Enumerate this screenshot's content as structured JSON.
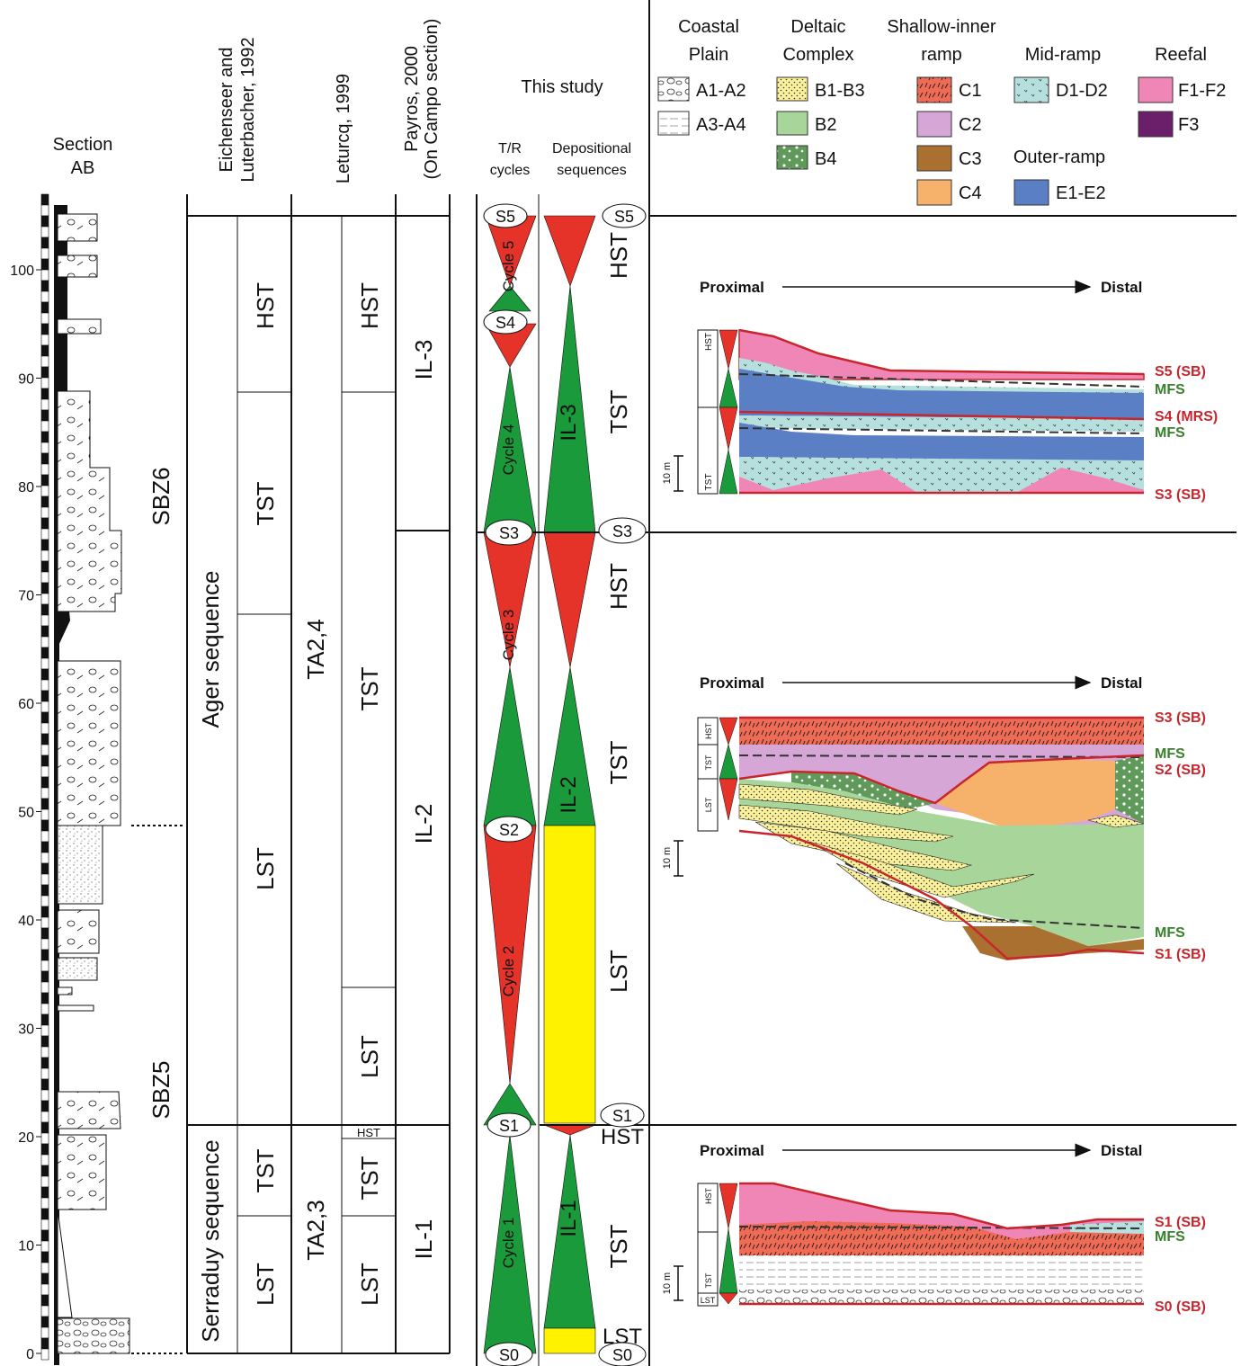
{
  "section": {
    "title_line1": "Section",
    "title_line2": "AB",
    "scale_ticks": [
      "0",
      "10",
      "20",
      "30",
      "40",
      "50",
      "60",
      "70",
      "80",
      "90",
      "100"
    ],
    "biozone_upper": "SBZ6",
    "biozone_lower": "SBZ5"
  },
  "columns": {
    "eichenseer": {
      "header_line1": "Eichenseer and",
      "header_line2": "Luterbacher, 1992",
      "seq_upper": "Ager sequence",
      "seq_lower": "Serraduy sequence",
      "tracts_upper": [
        "HST",
        "TST",
        "LST"
      ],
      "tracts_lower": [
        "TST",
        "LST"
      ]
    },
    "leturcq": {
      "header": "Leturcq, 1999",
      "seq_upper": "TA2,4",
      "seq_lower": "TA2,3",
      "tracts_upper": [
        "HST",
        "TST",
        "LST"
      ],
      "tracts_lower": [
        "HST",
        "TST",
        "LST"
      ]
    },
    "payros": {
      "header_line1": "Payros, 2000",
      "header_line2": "(On Campo section)",
      "units": [
        "IL-3",
        "IL-2",
        "IL-1"
      ]
    }
  },
  "this_study": {
    "header": "This study",
    "tr_header_line1": "T/R",
    "tr_header_line2": "cycles",
    "dep_header_line1": "Depositional",
    "dep_header_line2": "sequences",
    "cycles": [
      "Cycle 5",
      "Cycle 4",
      "Cycle 3",
      "Cycle 2",
      "Cycle 1"
    ],
    "surfaces": [
      "S5",
      "S4",
      "S3",
      "S2",
      "S1",
      "S0"
    ],
    "sequences": [
      "IL-3",
      "IL-2",
      "IL-1"
    ],
    "tracts": [
      "HST",
      "TST",
      "HST",
      "TST",
      "LST",
      "HST",
      "TST",
      "LST"
    ]
  },
  "legend": {
    "groups": [
      {
        "title_line1": "Coastal",
        "title_line2": "Plain",
        "items": [
          "A1-A2",
          "A3-A4"
        ]
      },
      {
        "title_line1": "Deltaic",
        "title_line2": "Complex",
        "items": [
          "B1-B3",
          "B2",
          "B4"
        ]
      },
      {
        "title_line1": "Shallow-inner",
        "title_line2": "ramp",
        "items": [
          "C1",
          "C2",
          "C3",
          "C4"
        ]
      },
      {
        "title_line1": "Mid-ramp",
        "items": [
          "D1-D2"
        ]
      },
      {
        "title_line1": "Outer-ramp",
        "items": [
          "E1-E2"
        ]
      },
      {
        "title_line1": "Reefal",
        "items": [
          "F1-F2",
          "F3"
        ]
      }
    ]
  },
  "panels": {
    "proximal": "Proximal",
    "distal": "Distal",
    "scale": "10 m",
    "top": {
      "labels": [
        "S5 (SB)",
        "MFS",
        "S4 (MRS)",
        "MFS",
        "S3 (SB)"
      ],
      "mini_tracts": [
        "HST",
        "TST"
      ]
    },
    "middle": {
      "labels": [
        "S3 (SB)",
        "MFS",
        "S2 (SB)",
        "MFS",
        "S1 (SB)"
      ],
      "mini_tracts": [
        "HST",
        "TST",
        "LST"
      ]
    },
    "bottom": {
      "labels": [
        "S1 (SB)",
        "MFS",
        "S0 (SB)"
      ],
      "mini_tracts": [
        "HST",
        "TST",
        "LST"
      ]
    }
  },
  "colors": {
    "red": "#e5332a",
    "green": "#1a9a3a",
    "yellow": "#fff200",
    "reefal": "#ef86b6",
    "reefal_dark": "#6b1f6b",
    "outer_ramp": "#5a7fc4",
    "mid_ramp": "#b6e0de",
    "c1": "#ef6b55",
    "c2": "#d6a6d6",
    "c3": "#a9702f",
    "c4": "#f6b26b",
    "b2": "#a8d69a",
    "b1b3": "#fbf19a",
    "b4": "#5f9a5a",
    "label_red": "#c8262c",
    "label_green": "#3a7f2e"
  }
}
